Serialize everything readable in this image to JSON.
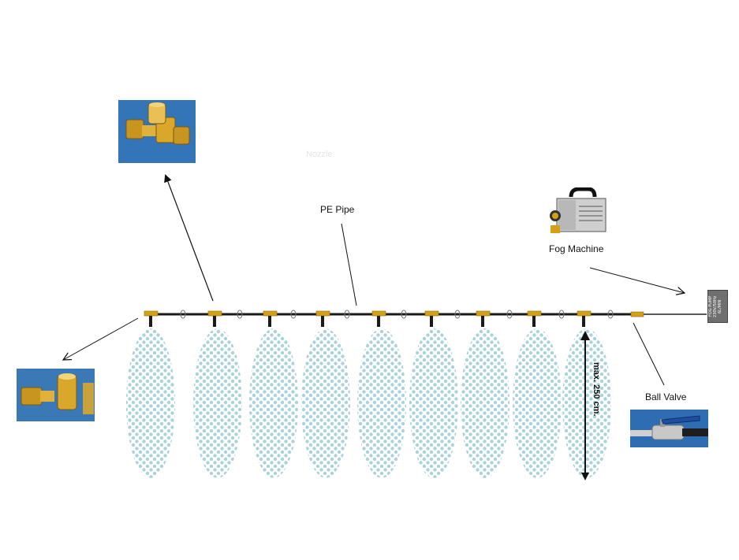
{
  "labels": {
    "pe_pipe": "PE Pipe",
    "fog_machine": "Fog Machine",
    "ball_valve": "Ball Valve",
    "spray_height": "max. 250 cm.",
    "faint_label": "Nozzle",
    "pump_tag": "FOG PUMP 230V/50Hz 6L/MIN"
  },
  "photos": {
    "tee_nozzle": "tee-nozzle-fitting-photo",
    "end_nozzle": "end-nozzle-fitting-photo",
    "fog_machine": "fog-machine-photo",
    "ball_valve": "ball-valve-photo"
  },
  "colors": {
    "pipe": "#1a1a1a",
    "brass": "#d4a017",
    "mist_dots": "#a9d3dc",
    "photo_bg": "#2f6fae",
    "arrow": "#111111"
  },
  "nozzle_count": 9,
  "mist_plume_count": 9
}
